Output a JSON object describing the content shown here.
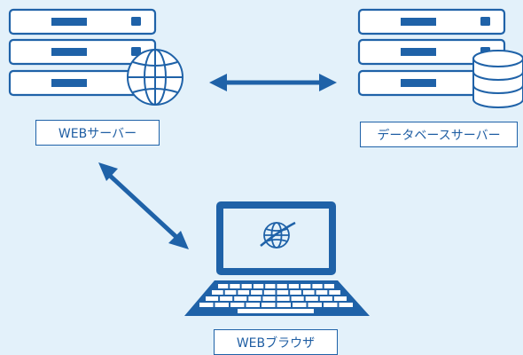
{
  "colors": {
    "background": "#e3f1fa",
    "primary": "#1f62a8",
    "box_fill": "#ffffff"
  },
  "nodes": {
    "web_server": {
      "label": "WEBサーバー",
      "icon": "server-with-globe-icon"
    },
    "database_server": {
      "label": "データベースサーバー",
      "icon": "server-with-database-icon"
    },
    "web_browser": {
      "label": "WEBブラウザ",
      "icon": "laptop-with-browser-icon"
    }
  },
  "edges": [
    {
      "from": "web_server",
      "to": "database_server",
      "type": "bidirectional-arrow"
    },
    {
      "from": "web_server",
      "to": "web_browser",
      "type": "bidirectional-arrow"
    }
  ]
}
